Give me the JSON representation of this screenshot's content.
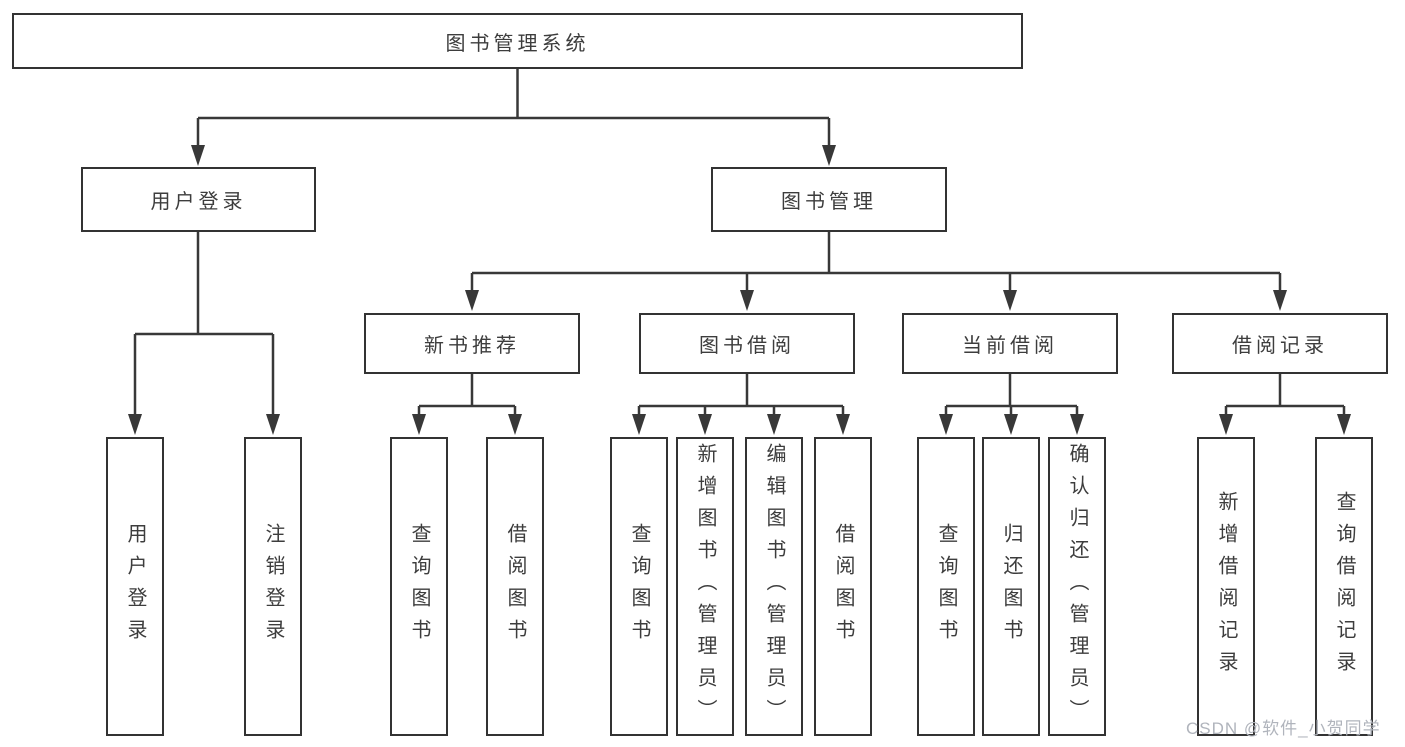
{
  "watermark": "CSDN @软件_小贺同学",
  "colors": {
    "line": "#383838",
    "box_border": "#333333",
    "text": "#3d3d3d",
    "watermark": "#b0b4bc"
  },
  "diagram": {
    "root": {
      "label": "图书管理系统"
    },
    "branches": [
      {
        "label": "用户登录",
        "children": [
          {
            "label": "用户登录"
          },
          {
            "label": "注销登录"
          }
        ]
      },
      {
        "label": "图书管理",
        "children": [
          {
            "label": "新书推荐",
            "children": [
              {
                "label": "查询图书"
              },
              {
                "label": "借阅图书"
              }
            ]
          },
          {
            "label": "图书借阅",
            "children": [
              {
                "label": "查询图书"
              },
              {
                "label": "新增图书（管理员）"
              },
              {
                "label": "编辑图书（管理员）"
              },
              {
                "label": "借阅图书"
              }
            ]
          },
          {
            "label": "当前借阅",
            "children": [
              {
                "label": "查询图书"
              },
              {
                "label": "归还图书"
              },
              {
                "label": "确认归还（管理员）"
              }
            ]
          },
          {
            "label": "借阅记录",
            "children": [
              {
                "label": "新增借阅记录"
              },
              {
                "label": "查询借阅记录"
              }
            ]
          }
        ]
      }
    ]
  }
}
